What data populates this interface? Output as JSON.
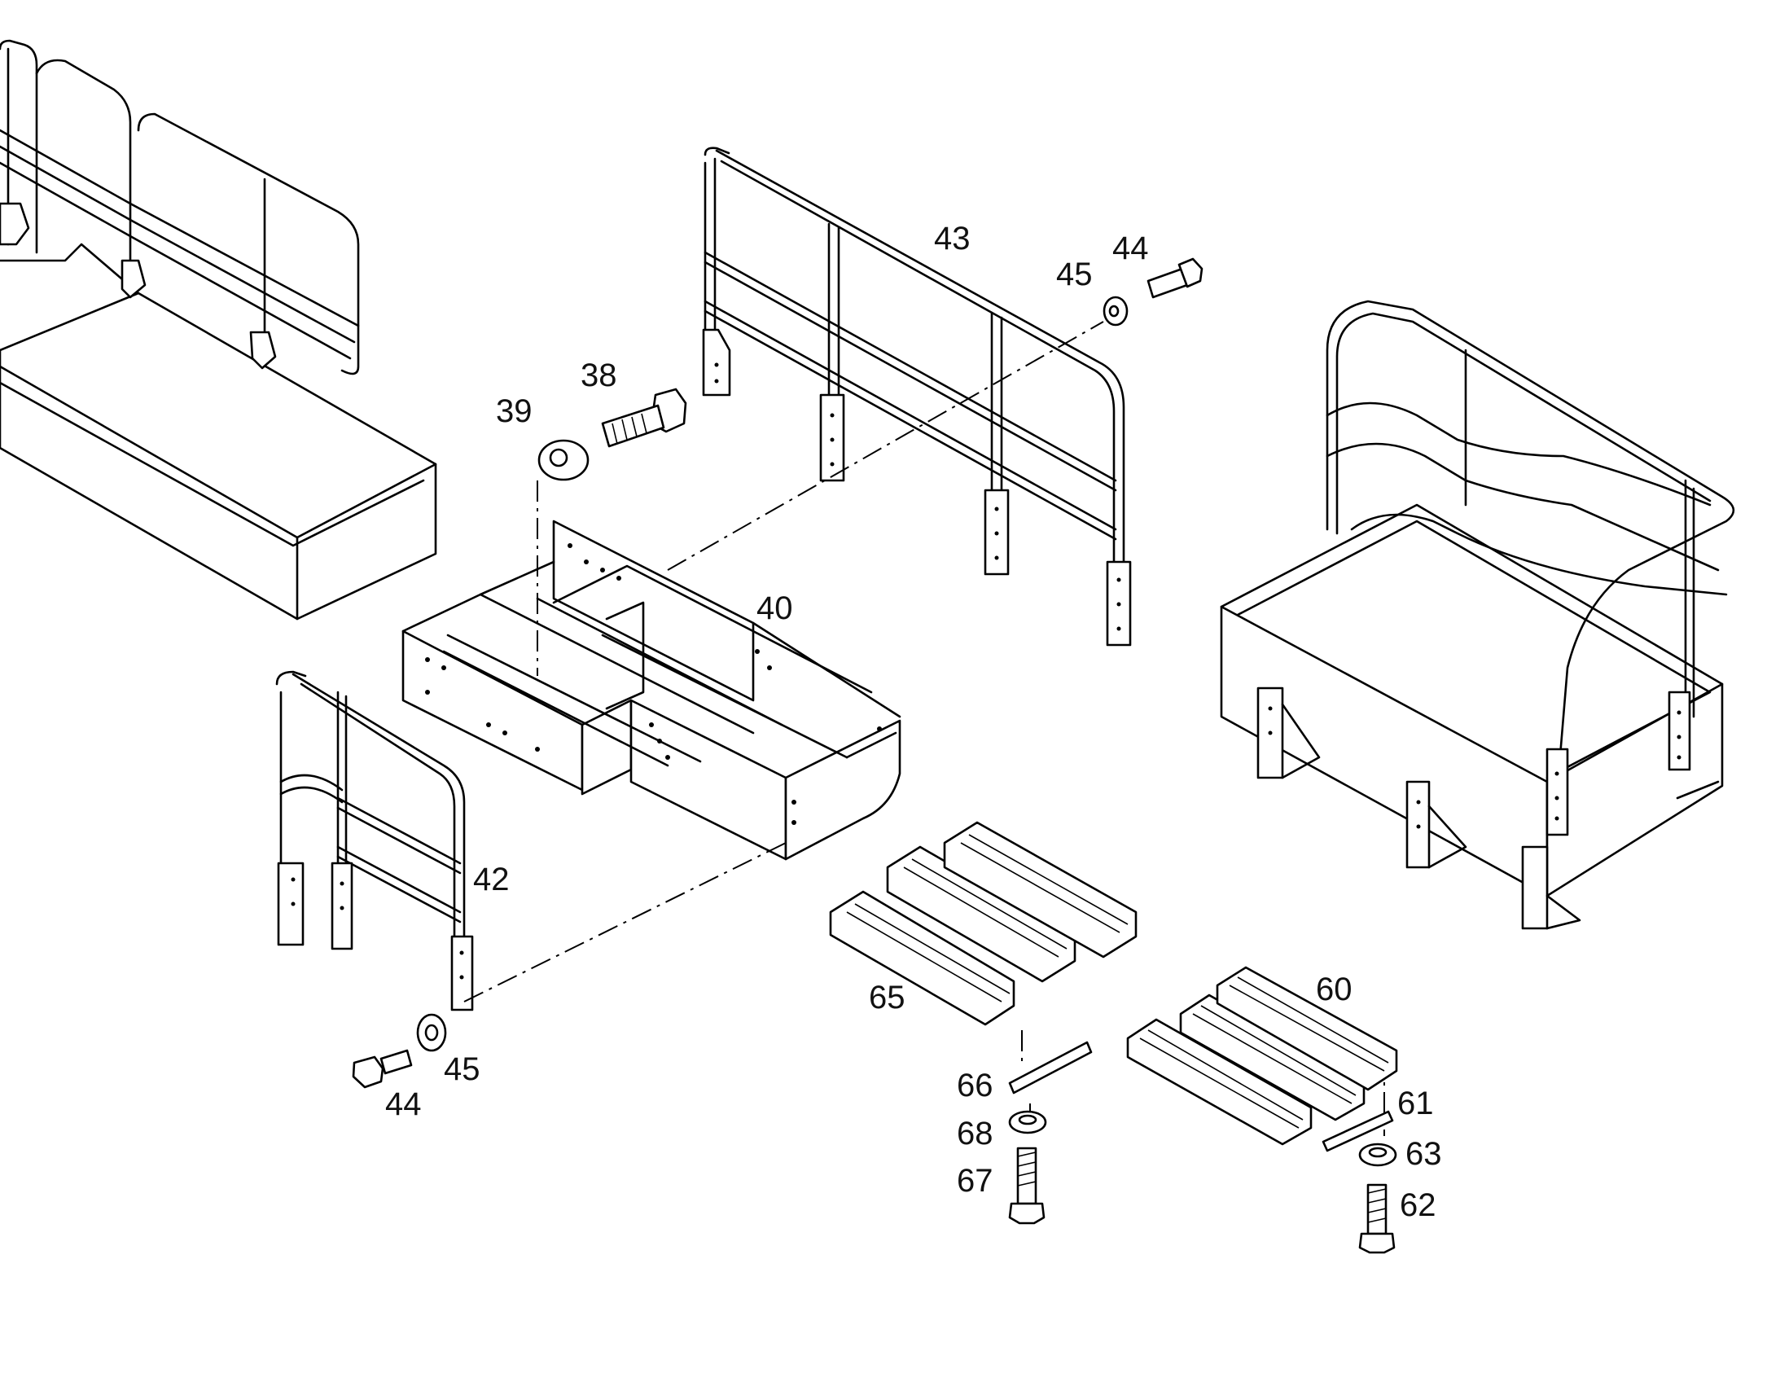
{
  "callouts": [
    {
      "key": "c38",
      "text": "38"
    },
    {
      "key": "c39",
      "text": "39"
    },
    {
      "key": "c40",
      "text": "40"
    },
    {
      "key": "c42",
      "text": "42"
    },
    {
      "key": "c43",
      "text": "43"
    },
    {
      "key": "c44a",
      "text": "44"
    },
    {
      "key": "c45a",
      "text": "45"
    },
    {
      "key": "c44b",
      "text": "44"
    },
    {
      "key": "c45b",
      "text": "45"
    },
    {
      "key": "c60",
      "text": "60"
    },
    {
      "key": "c61",
      "text": "61"
    },
    {
      "key": "c62",
      "text": "62"
    },
    {
      "key": "c63",
      "text": "63"
    },
    {
      "key": "c65",
      "text": "65"
    },
    {
      "key": "c66",
      "text": "66"
    },
    {
      "key": "c67",
      "text": "67"
    },
    {
      "key": "c68",
      "text": "68"
    }
  ],
  "colors": {
    "line": "#000000",
    "background": "#ffffff"
  }
}
